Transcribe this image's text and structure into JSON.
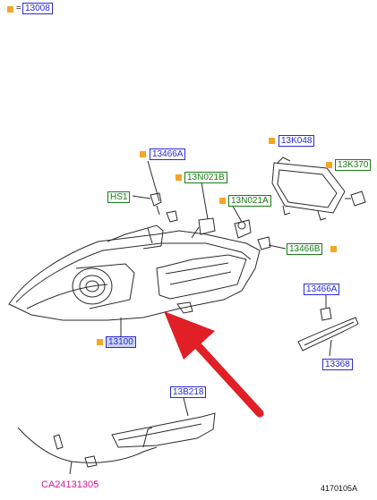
{
  "legend": {
    "bullet_color": "#f5a623",
    "prefix": "=",
    "code": "13008"
  },
  "labels": {
    "l13466A_top": "13466A",
    "l13K048": "13K048",
    "l13K370": "13K370",
    "lHS1": "HS1",
    "l13N021B": "13N021B",
    "l13N021A": "13N021A",
    "l13466B": "13466B",
    "l13466A_side": "13466A",
    "l13100": "13100",
    "l13368": "13368",
    "l13B218": "13B218",
    "lCA": "CA24131305",
    "lRef": "4170105A"
  },
  "colors": {
    "line": "#2b2b2b",
    "arrow": "#e01f26",
    "blue_text": "#2a2ad6",
    "green_text": "#1a7a1a",
    "magenta_text": "#d4179b",
    "bullet": "#f5a623"
  }
}
